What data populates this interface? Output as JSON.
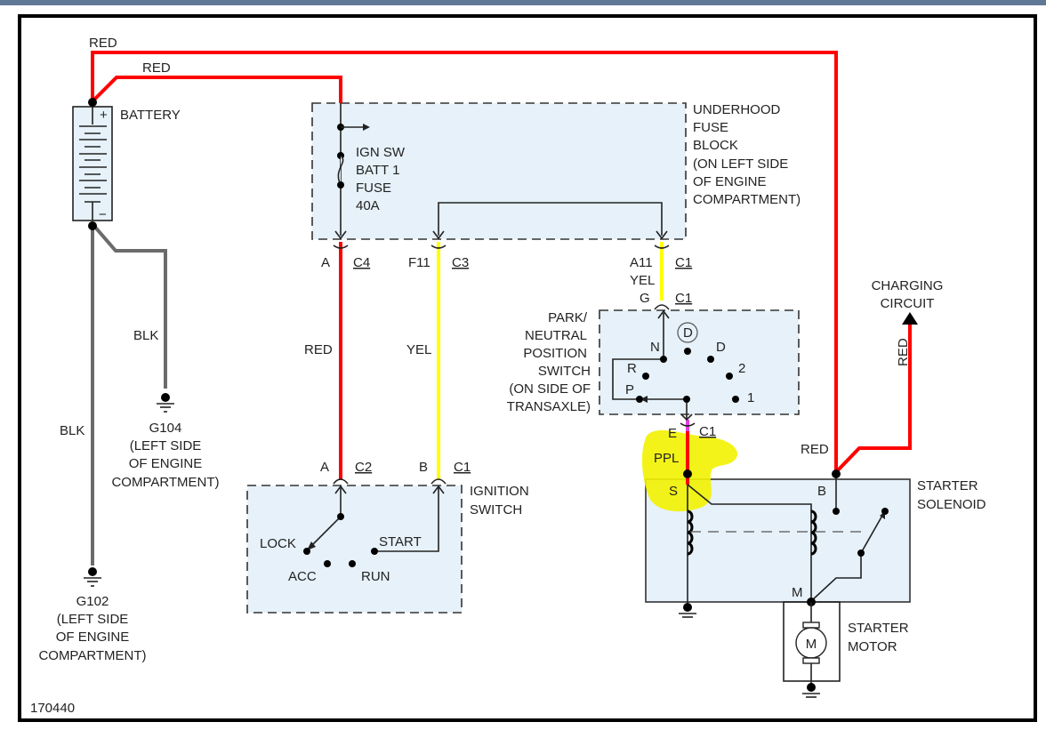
{
  "diagram": {
    "figure_id": "170440",
    "wires": {
      "battery_main": "RED",
      "battery_fuse": "RED",
      "fuse_to_ign_sw": "RED",
      "ign_sw_to_fuse_block": "YEL",
      "fuse_block_to_pn_switch": "YEL",
      "pn_to_solenoid": "PPL",
      "solenoid_b": "RED",
      "charging": "RED",
      "battery_gnd_g104": "BLK",
      "battery_gnd_g102": "BLK"
    },
    "battery": {
      "label": "BATTERY",
      "plus": "+",
      "minus": "−"
    },
    "fuse_block": {
      "label_lines": [
        "UNDERHOOD",
        "FUSE",
        "BLOCK",
        "(ON LEFT SIDE",
        "OF ENGINE",
        "COMPARTMENT)"
      ],
      "fuse_lines": [
        "IGN SW",
        "BATT 1",
        "FUSE",
        "40A"
      ]
    },
    "connectors": {
      "c4_pin": "A",
      "c4": "C4",
      "c3_pin": "F11",
      "c3": "C3",
      "c1_pin": "A11",
      "c1": "C1",
      "pn_in_pin": "G",
      "pn_in": "C1",
      "pn_out_pin": "E",
      "pn_out": "C1",
      "ign_a_pin": "A",
      "ign_a": "C2",
      "ign_b_pin": "B",
      "ign_b": "C1"
    },
    "pn_switch": {
      "label_lines": [
        "PARK/",
        "NEUTRAL",
        "POSITION",
        "SWITCH",
        "(ON SIDE OF",
        "TRANSAXLE)"
      ],
      "positions": {
        "N": "N",
        "D": "D",
        "R": "R",
        "P": "P",
        "two": "2",
        "one": "1"
      },
      "shown": "D"
    },
    "ignition_switch": {
      "label_lines": [
        "IGNITION",
        "SWITCH"
      ],
      "positions": {
        "lock": "LOCK",
        "acc": "ACC",
        "run": "RUN",
        "start": "START"
      }
    },
    "grounds": {
      "g104": [
        "G104",
        "(LEFT SIDE",
        "OF ENGINE",
        "COMPARTMENT)"
      ],
      "g102": [
        "G102",
        "(LEFT SIDE",
        "OF ENGINE",
        "COMPARTMENT)"
      ]
    },
    "charging": {
      "label_lines": [
        "CHARGING",
        "CIRCUIT"
      ]
    },
    "solenoid": {
      "label_lines": [
        "STARTER",
        "SOLENOID"
      ],
      "s": "S",
      "b": "B",
      "m": "M"
    },
    "motor": {
      "label_lines": [
        "STARTER",
        "MOTOR"
      ],
      "symbol": "M"
    }
  }
}
